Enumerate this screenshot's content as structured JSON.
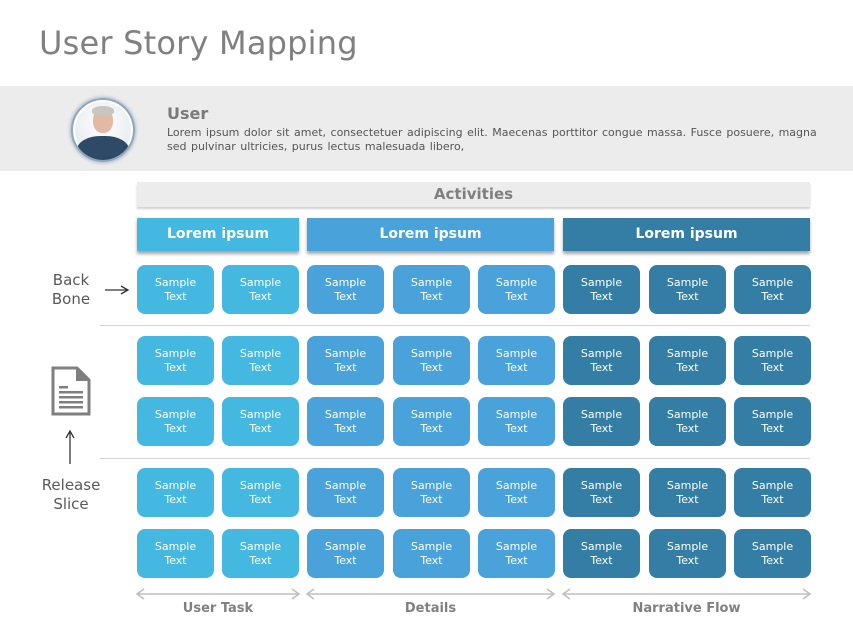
{
  "title": "User Story Mapping",
  "user": {
    "name": "User",
    "description": "Lorem  ipsum  dolor  sit amet,  consectetuer adipiscing  elit.  Maecenas porttitor congue  massa.  Fusce posuere, magna  sed pulvinar  ultricies,  purus  lectus malesuada  libero,",
    "avatar_icon": "user-photo-avatar"
  },
  "activities": {
    "label": "Activities",
    "groups": [
      {
        "label": "Lorem ipsum",
        "color": "#44B8E0",
        "columns": 2
      },
      {
        "label": "Lorem ipsum",
        "color": "#4AA2DA",
        "columns": 3
      },
      {
        "label": "Lorem ipsum",
        "color": "#347EA6",
        "columns": 3
      }
    ]
  },
  "side": {
    "backbone_label_1": "Back",
    "backbone_label_2": "Bone",
    "backbone_arrow_icon": "arrow-right-icon",
    "document_icon": "document-icon",
    "release_arrow_icon": "arrow-up-icon",
    "release_label_1": "Release",
    "release_label_2": "Slice"
  },
  "card_text": {
    "line1": "Sample",
    "line2": "Text"
  },
  "grid": {
    "rows": 5,
    "columns": 8,
    "row_labels": [
      "backbone",
      "release-1a",
      "release-1b",
      "release-2a",
      "release-2b"
    ]
  },
  "bottom_axis": [
    {
      "label": "User Task"
    },
    {
      "label": "Details"
    },
    {
      "label": "Narrative Flow"
    }
  ]
}
